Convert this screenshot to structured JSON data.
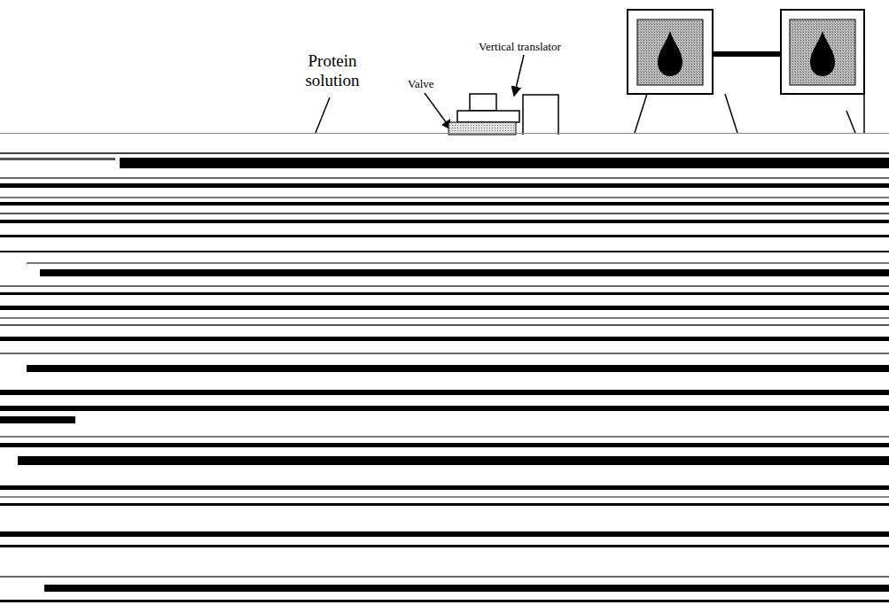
{
  "diagram": {
    "labels": [
      "Protein solution",
      "Valve",
      "Vertical translator"
    ]
  }
}
